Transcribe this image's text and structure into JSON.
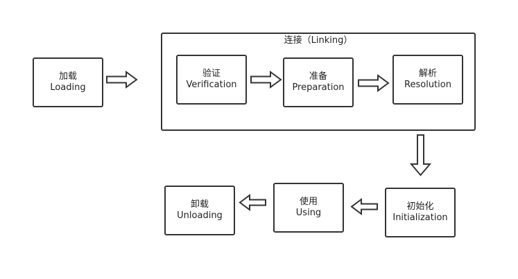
{
  "diagram": {
    "linking_group": {
      "title": "连接（Linking）"
    },
    "nodes": {
      "loading": {
        "zh": "加载",
        "en": "Loading"
      },
      "verification": {
        "zh": "验证",
        "en": "Verification"
      },
      "preparation": {
        "zh": "准备",
        "en": "Preparation"
      },
      "resolution": {
        "zh": "解析",
        "en": "Resolution"
      },
      "initialization": {
        "zh": "初始化",
        "en": "Initialization"
      },
      "using": {
        "zh": "使用",
        "en": "Using"
      },
      "unloading": {
        "zh": "卸载",
        "en": "Unloading"
      }
    },
    "edges": [
      {
        "from": "loading",
        "to": "linking_group"
      },
      {
        "from": "verification",
        "to": "preparation"
      },
      {
        "from": "preparation",
        "to": "resolution"
      },
      {
        "from": "linking_group",
        "to": "initialization"
      },
      {
        "from": "initialization",
        "to": "using"
      },
      {
        "from": "using",
        "to": "unloading"
      }
    ]
  }
}
